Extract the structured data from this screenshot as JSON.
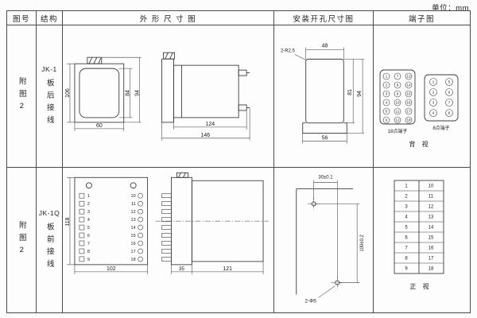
{
  "meta": {
    "unit_label": "单位：mm"
  },
  "headers": {
    "fig_no": "图号",
    "structure": "结构",
    "outline": "外 形 尺 寸 图",
    "mounting": "安装开孔尺寸图",
    "terminal": "端子图"
  },
  "row1": {
    "fig_no": "附图2",
    "model": "JK-1",
    "wiring": "板后接线",
    "outline_dims": {
      "height": "106",
      "inner_height": "84",
      "tab_height": "94",
      "width": "60",
      "body_depth": "124",
      "total_depth": "146"
    },
    "mounting_dims": {
      "radius": "2-R2.5",
      "top_width": "48",
      "inner_height": "81",
      "outer_height": "94",
      "bottom_width": "56"
    },
    "terminal_diagram": {
      "label_18pt": "18点端子",
      "label_8pt": "8点端子",
      "view_label": "背 视"
    }
  },
  "row2": {
    "fig_no": "附图2",
    "model": "JK-1Q",
    "wiring": "板前接线",
    "outline_dims": {
      "height": "118",
      "width": "102",
      "board_depth": "35",
      "body_depth": "121"
    },
    "mounting_dims": {
      "hole_spacing_x": "30±0.1",
      "hole_spacing_y": "100±0.2",
      "hole_note": "2-Φ5"
    },
    "terminal_diagram": {
      "view_label": "正 视"
    }
  },
  "terminals": {
    "left": [
      "1",
      "2",
      "3",
      "4",
      "5",
      "6",
      "7",
      "8",
      "9"
    ],
    "right": [
      "10",
      "11",
      "12",
      "13",
      "14",
      "15",
      "16",
      "17",
      "18"
    ],
    "p18": [
      "1",
      "2",
      "3",
      "4",
      "5",
      "6",
      "7",
      "8",
      "9",
      "10",
      "11",
      "12",
      "13",
      "14",
      "15",
      "16",
      "17",
      "18"
    ],
    "p8": [
      "1",
      "2",
      "3",
      "4",
      "5",
      "6",
      "7",
      "8"
    ]
  }
}
